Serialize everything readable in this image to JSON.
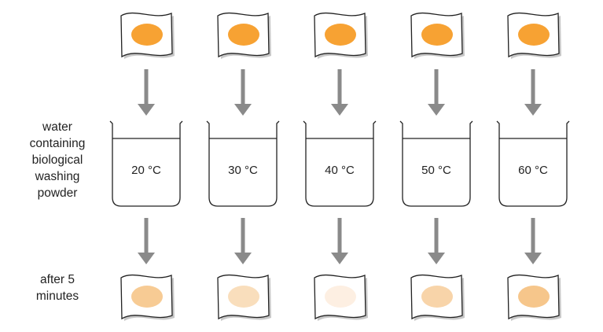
{
  "labels": {
    "water_lines": [
      "water",
      "containing",
      "biological",
      "washing",
      "powder"
    ],
    "after_lines": [
      "after 5",
      "minutes"
    ]
  },
  "columns": [
    {
      "temperature": "20 °C",
      "stain_after_color": "#f7c88e",
      "stain_after_opacity": 0.95
    },
    {
      "temperature": "30 °C",
      "stain_after_color": "#f9dcb8",
      "stain_after_opacity": 0.95
    },
    {
      "temperature": "40 °C",
      "stain_after_color": "#fdeee0",
      "stain_after_opacity": 0.95
    },
    {
      "temperature": "50 °C",
      "stain_after_color": "#f8d2a4",
      "stain_after_opacity": 0.95
    },
    {
      "temperature": "60 °C",
      "stain_after_color": "#f5c385",
      "stain_after_opacity": 0.95
    }
  ],
  "colors": {
    "stain_before": "#f7a233",
    "arrow": "#8a8a8a",
    "outline": "#222222"
  }
}
